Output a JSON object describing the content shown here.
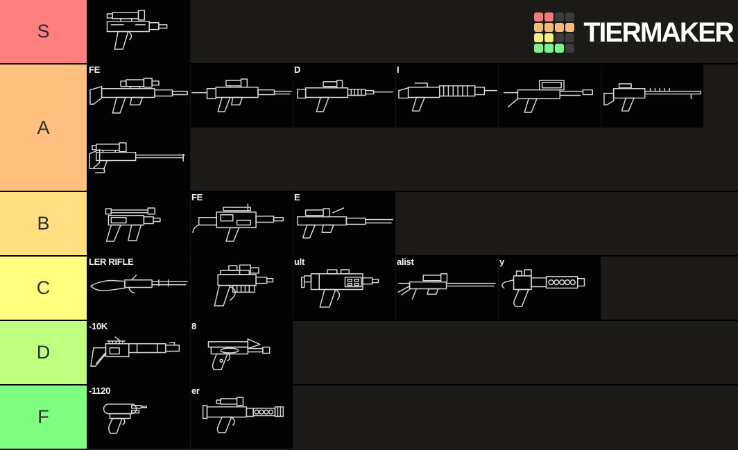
{
  "colors": {
    "app_background": "#1b1a17",
    "cell_background": "#030303",
    "row_separator": "#000000",
    "tier_letter_text": "#2e2d2a",
    "weapon_outline": "#d9d9d9",
    "weapon_label_text": "#f2f2f2",
    "logo_text_color": "#ffffff"
  },
  "logo": {
    "text": "TIERMAKER",
    "grid_pattern": [
      "red",
      "red",
      "dark",
      "dark",
      "orange",
      "orange",
      "orange",
      "orange",
      "yellow",
      "yellow",
      "dark",
      "dark",
      "green",
      "green",
      "green",
      "dark"
    ],
    "grid_colors": {
      "red": "#f37a7a",
      "orange": "#f3b97d",
      "yellow": "#f3f07d",
      "green": "#7df38c",
      "dark": "#3b3b39"
    }
  },
  "tiers": [
    {
      "label": "S",
      "color": "#ff7f7e",
      "weapons": [
        {
          "label": "",
          "icon": "scoped-pistol"
        }
      ]
    },
    {
      "label": "A",
      "color": "#ffbf7f",
      "weapons": [
        {
          "label": "FE",
          "icon": "scoped-battle-rifle"
        },
        {
          "label": "",
          "icon": "long-blaster-rifle"
        },
        {
          "label": "D",
          "icon": "assault-blaster-rifle"
        },
        {
          "label": "I",
          "icon": "shrouded-barrel-rifle"
        },
        {
          "label": "",
          "icon": "boxy-receiver-rifle"
        },
        {
          "label": "",
          "icon": "thin-long-rifle"
        },
        {
          "label": "",
          "icon": "scoped-sniper-rifle"
        }
      ]
    },
    {
      "label": "B",
      "color": "#ffdf80",
      "weapons": [
        {
          "label": "",
          "icon": "compact-blaster"
        },
        {
          "label": "FE",
          "icon": "heavy-blaster-rifle"
        },
        {
          "label": "E",
          "icon": "long-scoped-blaster"
        }
      ]
    },
    {
      "label": "C",
      "color": "#feff7f",
      "weapons": [
        {
          "label": "LER RIFLE",
          "icon": "hunting-rifle"
        },
        {
          "label": "",
          "icon": "scoped-heavy-pistol"
        },
        {
          "label": "ult",
          "icon": "bulky-blaster"
        },
        {
          "label": "alist",
          "icon": "slim-sniper-rifle"
        },
        {
          "label": "y",
          "icon": "drum-barrel-blaster"
        }
      ]
    },
    {
      "label": "D",
      "color": "#beff7f",
      "weapons": [
        {
          "label": "-10K",
          "icon": "stocked-launcher-rifle"
        },
        {
          "label": "8",
          "icon": "flat-pistol"
        }
      ]
    },
    {
      "label": "F",
      "color": "#7eff80",
      "weapons": [
        {
          "label": "-1120",
          "icon": "small-blaster-pistol"
        },
        {
          "label": "er",
          "icon": "perforated-barrel-carbine"
        }
      ]
    }
  ]
}
